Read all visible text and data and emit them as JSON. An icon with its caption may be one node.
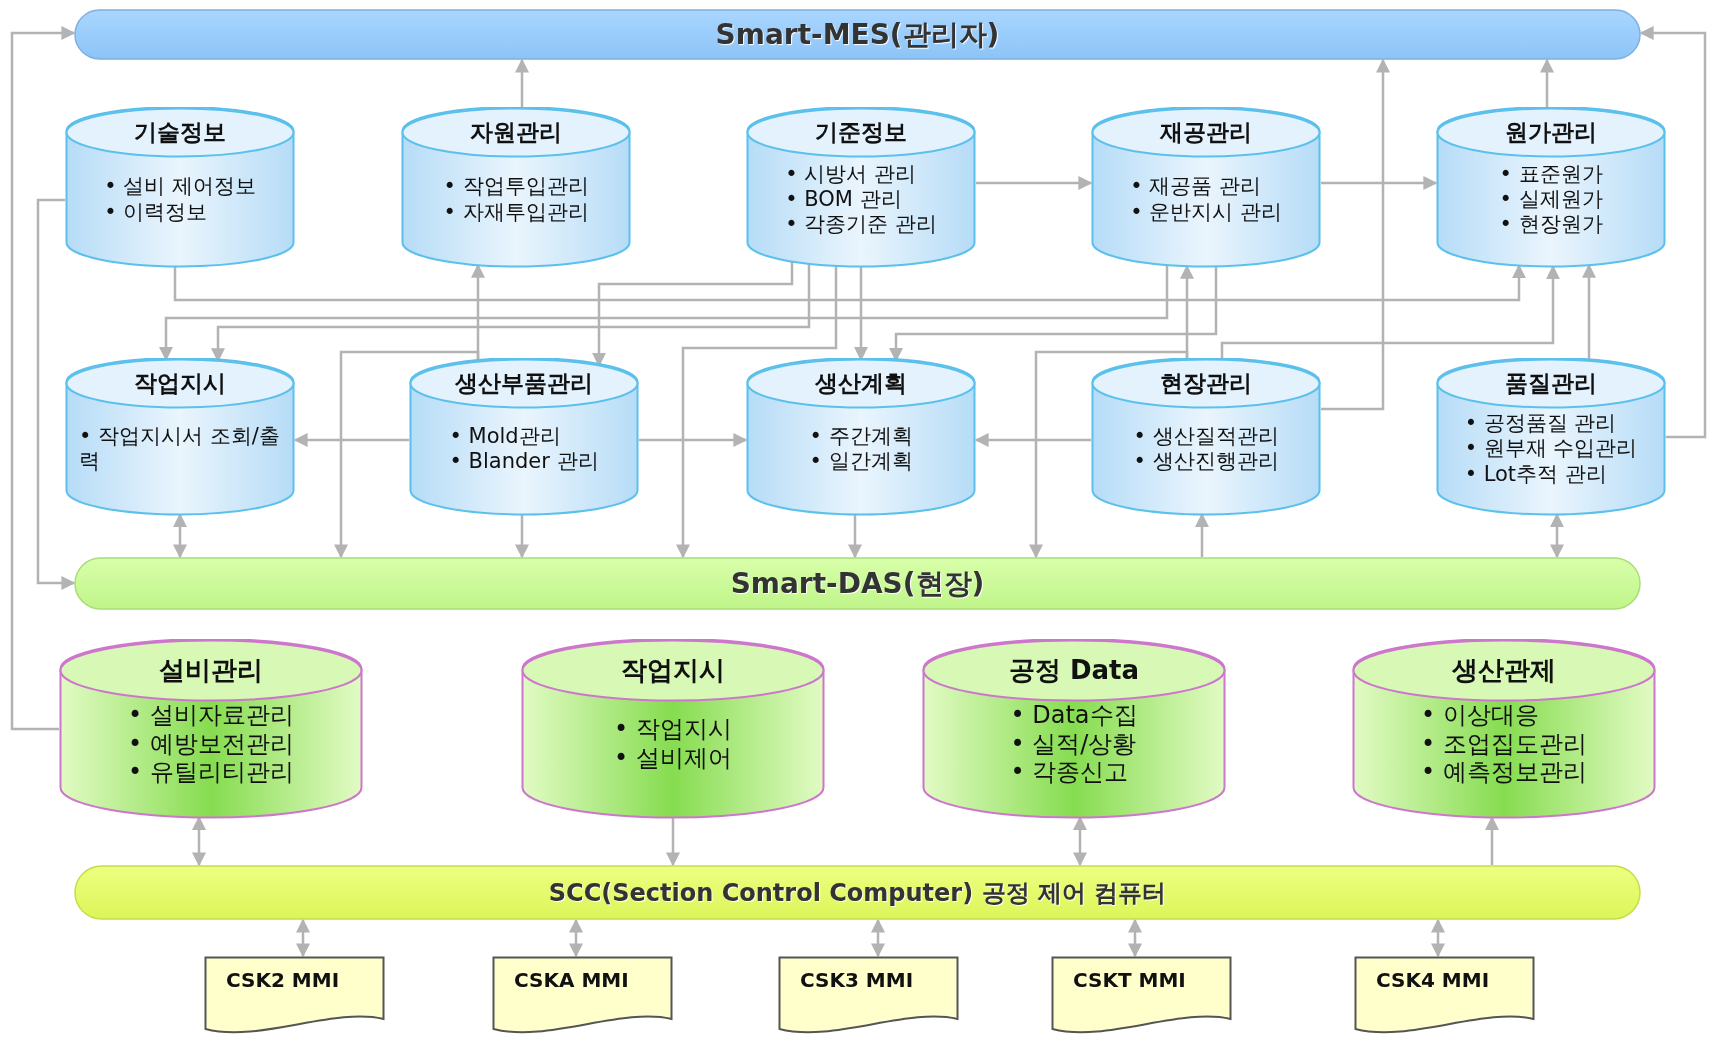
{
  "diagram": {
    "nodes": [
      {
        "text": [
          "Smart-MES(관리자)"
        ]
      },
      {
        "text": [
          "기술정보",
          "• 설비 제어정보",
          "• 이력정보"
        ]
      },
      {
        "text": [
          "자원관리",
          "• 작업투입관리",
          "• 자재투입관리"
        ]
      },
      {
        "text": [
          "기준정보",
          "• 시방서 관리",
          "• BOM 관리",
          "• 각종기준 관리"
        ]
      },
      {
        "text": [
          "재공관리",
          "• 재공품 관리",
          "• 운반지시 관리"
        ]
      },
      {
        "text": [
          "원가관리",
          "• 표준원가",
          "• 실제원가",
          "• 현장원가"
        ]
      },
      {
        "text": [
          "작업지시",
          "• 작업지시서 조회/출력"
        ]
      },
      {
        "text": [
          "생산부품관리",
          "• Mold관리",
          "• Blander 관리"
        ]
      },
      {
        "text": [
          "생산계획",
          "• 주간계획",
          "• 일간계획"
        ]
      },
      {
        "text": [
          "현장관리",
          "• 생산질적관리",
          "• 생산진행관리"
        ]
      },
      {
        "text": [
          "품질관리",
          "• 공정품질 관리",
          "• 원부재 수입관리",
          "• Lot추적 관리"
        ]
      },
      {
        "text": [
          "Smart-DAS(현장)"
        ]
      },
      {
        "text": [
          "설비관리",
          "• 설비자료관리",
          "• 예방보전관리",
          "• 유틸리티관리"
        ]
      },
      {
        "text": [
          "작업지시",
          "• 작업지시",
          "• 설비제어"
        ]
      },
      {
        "text": [
          "공정 Data",
          "• Data수집",
          "• 실적/상황",
          "• 각종신고"
        ]
      },
      {
        "text": [
          "생산관제",
          "• 이상대응",
          "• 조업집도관리",
          "• 예측정보관리"
        ]
      },
      {
        "text": [
          "SCC(Section Control Computer) 공정 제어 컴퓨터"
        ]
      },
      {
        "text": [
          "CSK2 MMI"
        ]
      },
      {
        "text": [
          "CSKA MMI"
        ]
      },
      {
        "text": [
          "CSK3 MMI"
        ]
      },
      {
        "text": [
          "CSKT MMI"
        ]
      },
      {
        "text": [
          "CSK4 MMI"
        ]
      }
    ],
    "edges": [
      {
        "from": 2,
        "to": 0,
        "arrow": "to"
      },
      {
        "from": 5,
        "to": 0,
        "arrow": "to"
      },
      {
        "from": 9,
        "to": 0,
        "arrow": "to"
      },
      {
        "from": 10,
        "to": 0,
        "arrow": "to"
      },
      {
        "from": 12,
        "to": 0,
        "arrow": "to"
      },
      {
        "from": 1,
        "to": 11,
        "arrow": "to"
      },
      {
        "from": 3,
        "to": 4,
        "arrow": "to"
      },
      {
        "from": 4,
        "to": 5,
        "arrow": "to"
      },
      {
        "from": 1,
        "to": 5,
        "arrow": "to"
      },
      {
        "from": 4,
        "to": 6,
        "arrow": "to"
      },
      {
        "from": 3,
        "to": 6,
        "arrow": "to"
      },
      {
        "from": 3,
        "to": 7,
        "arrow": "to"
      },
      {
        "from": 3,
        "to": 8,
        "arrow": "to"
      },
      {
        "from": 4,
        "to": 8,
        "arrow": "to"
      },
      {
        "from": 7,
        "to": 2,
        "arrow": "to"
      },
      {
        "from": 7,
        "to": 11,
        "arrow": "to"
      },
      {
        "from": 3,
        "to": 11,
        "arrow": "to"
      },
      {
        "from": 9,
        "to": 4,
        "arrow": "to"
      },
      {
        "from": 9,
        "to": 11,
        "arrow": "to"
      },
      {
        "from": 9,
        "to": 5,
        "arrow": "to"
      },
      {
        "from": 10,
        "to": 5,
        "arrow": "to"
      },
      {
        "from": 7,
        "to": 6,
        "arrow": "to"
      },
      {
        "from": 7,
        "to": 8,
        "arrow": "to"
      },
      {
        "from": 9,
        "to": 8,
        "arrow": "to"
      },
      {
        "from": 6,
        "to": 11,
        "arrow": "both"
      },
      {
        "from": 7,
        "to": 11,
        "arrow": "to"
      },
      {
        "from": 8,
        "to": 11,
        "arrow": "to"
      },
      {
        "from": 11,
        "to": 9,
        "arrow": "to"
      },
      {
        "from": 10,
        "to": 11,
        "arrow": "both"
      },
      {
        "from": 12,
        "to": 16,
        "arrow": "both"
      },
      {
        "from": 13,
        "to": 16,
        "arrow": "to"
      },
      {
        "from": 14,
        "to": 16,
        "arrow": "both"
      },
      {
        "from": 16,
        "to": 15,
        "arrow": "to"
      },
      {
        "from": 16,
        "to": 17,
        "arrow": "both"
      },
      {
        "from": 16,
        "to": 18,
        "arrow": "both"
      },
      {
        "from": 16,
        "to": 19,
        "arrow": "both"
      },
      {
        "from": 16,
        "to": 20,
        "arrow": "both"
      },
      {
        "from": 16,
        "to": 21,
        "arrow": "both"
      }
    ]
  }
}
